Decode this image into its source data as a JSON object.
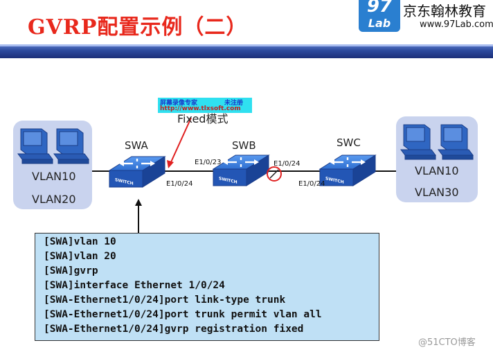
{
  "header": {
    "title": "GVRP配置示例（二）",
    "logo_number": "97",
    "logo_lab": "Lab",
    "brand_name": "京东翰林教育",
    "brand_url": "www.97Lab.com"
  },
  "watermark": {
    "line1_left": "屏幕录像专家",
    "line1_right": "未注册",
    "line2": "http://www.tlxsoft.com"
  },
  "annotation": "Fixed模式",
  "left_panel": {
    "vlans": [
      "VLAN10",
      "VLAN20"
    ]
  },
  "right_panel": {
    "vlans": [
      "VLAN10",
      "VLAN30"
    ]
  },
  "switches": {
    "swa": {
      "name": "SWA",
      "icon_text": "SWITCH",
      "port": "E1/0/24"
    },
    "swb": {
      "name": "SWB",
      "icon_text": "SWITCH",
      "port_left": "E1/0/23",
      "port_right": "E1/0/24"
    },
    "swc": {
      "name": "SWC",
      "icon_text": "SWITCH",
      "port": "E1/0/24"
    }
  },
  "config_lines": [
    "[SWA]vlan 10",
    "[SWA]vlan 20",
    "[SWA]gvrp",
    "[SWA]interface Ethernet 1/0/24",
    "[SWA-Ethernet1/0/24]port link-type trunk",
    "[SWA-Ethernet1/0/24]port trunk permit vlan all",
    "[SWA-Ethernet1/0/24]gvrp registration fixed"
  ],
  "credit": "@51CTO博客",
  "colors": {
    "title_red": "#e8281c",
    "switch_blue": "#2f6fd0",
    "panel_bg": "#c9d3ee",
    "code_bg": "#bfe0f5",
    "header_navy": "#2d4a9e"
  }
}
